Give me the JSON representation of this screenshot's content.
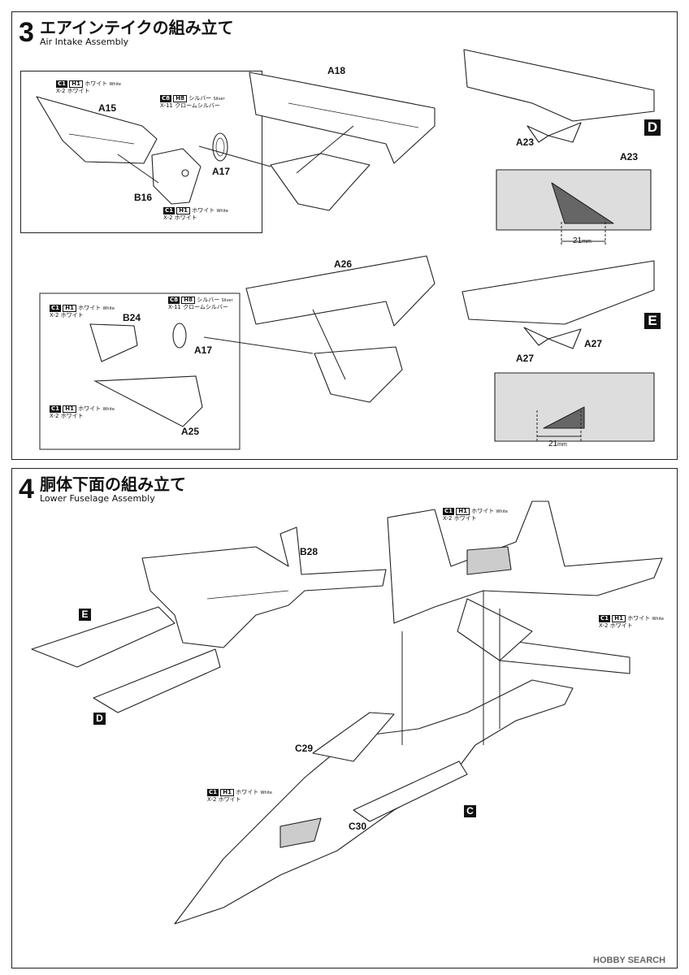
{
  "step3": {
    "number": "3",
    "title_jp": "エアインテイクの組み立て",
    "title_en": "Air Intake Assembly",
    "parts": {
      "a18": "A18",
      "a15": "A15",
      "a17_top": "A17",
      "b16": "B16",
      "a23_small": "A23",
      "a23_detail": "A23",
      "a26": "A26",
      "b24": "B24",
      "a17_bottom": "A17",
      "a25": "A25",
      "a27_small": "A27",
      "a27_detail": "A27"
    },
    "letters": {
      "d": "D",
      "e": "E"
    },
    "dims": {
      "top_value": "21",
      "top_unit": "mm",
      "bottom_value": "21",
      "bottom_unit": "mm"
    }
  },
  "step4": {
    "number": "4",
    "title_jp": "胴体下面の組み立て",
    "title_en": "Lower Fuselage Assembly",
    "parts": {
      "b28": "B28",
      "c29": "C29",
      "c30": "C30"
    },
    "letters": {
      "e": "E",
      "d": "D",
      "c": "C"
    }
  },
  "paint": {
    "c1": "C1",
    "h1": "H1",
    "white_jp": "ホワイト",
    "white_en": "White",
    "x2": "X-2 ホワイト",
    "c8": "C8",
    "h8": "H8",
    "silver_jp": "シルバー",
    "silver_en": "Silver",
    "x11": "X-11 クロームシルバー"
  },
  "watermark": "HOBBY SEARCH"
}
